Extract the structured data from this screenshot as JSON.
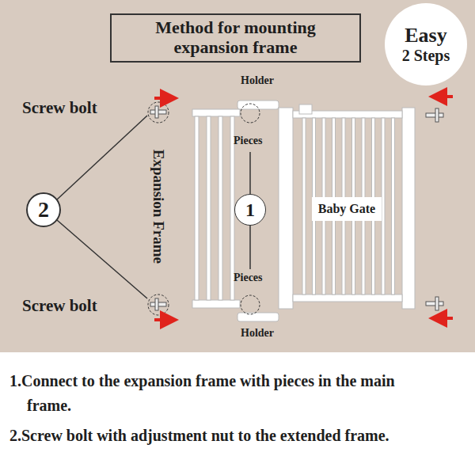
{
  "diagram": {
    "title": "Method for mounting expansion frame",
    "nodes": [
      {
        "text": [
          "Easy",
          "2 Steps"
        ]
      },
      {
        "text": [
          "2"
        ]
      },
      {
        "text": [
          "1"
        ]
      },
      {
        "text": [
          "Baby Gate"
        ]
      }
    ],
    "labels": [
      "Screw bolt",
      "Screw bolt",
      "Expansion Frame",
      "Holder",
      "Pieces",
      "Pieces",
      "Holder",
      "1.Connect to the expansion frame with pieces in the main frame.",
      "2.Screw bolt with adjustment nut to the extended frame."
    ]
  }
}
